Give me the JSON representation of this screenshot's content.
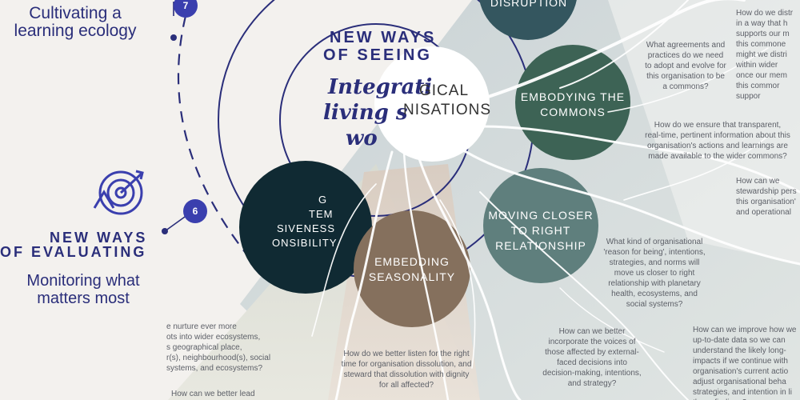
{
  "left": {
    "learning_title": "Cultivating a\nlearning ecology",
    "badge_7": "7",
    "badge_6": "6",
    "evaluating_heading_1": "NEW WAYS",
    "evaluating_heading_2": "OF EVALUATING",
    "evaluating_sub": "Monitoring what\nmatters most"
  },
  "center": {
    "seeing_1": "NEW WAYS",
    "seeing_2": "OF SEEING",
    "integrati_1": "Integrati",
    "integrati_2": "living s",
    "integrati_3": "wo",
    "logical_1": "GICAL",
    "logical_2": "NISATIONS",
    "partial_1": "G",
    "partial_2": "TEM",
    "partial_3": "SIVENESS",
    "partial_4": "ONSIBILITY"
  },
  "circles": {
    "disruption": "DISRUPTION",
    "commons": "EMBODYING THE\nCOMMONS",
    "closer": "MOVING CLOSER\nTO RIGHT\nRELATIONSHIP",
    "seasonality": "EMBEDDING\nSEASONALITY"
  },
  "questions": {
    "q1": "How do we distr\nin a way that h\nsupports our m\nthis commone\nmight we distri\nwithin wider\nonce our mem\nthis commor\nsuppor",
    "q2": "What agreements and\npractices do we need\nto adopt and evolve for\nthis organisation to be\na commons?",
    "q3": "How do we ensure that transparent,\nreal-time, pertinent information about this\norganisation's actions and learnings are\nmade available to the wider commons?",
    "q4": "How can we\nstewardship pers\nthis organisation'\nand operational",
    "q5": "What kind of organisational\n'reason for being', intentions,\nstrategies, and norms will\nmove us closer to right\nrelationship with planetary\nhealth, ecosystems, and\nsocial systems?",
    "q6": "How can we better\nincorporate the voices of\nthose affected by external-\nfaced decisions into\ndecision-making, intentions,\nand strategy?",
    "q7": "How can we improve how we\nup-to-date data so we can\nunderstand the likely long-\nimpacts if we continue with\norganisation's current actio\nadjust organisational beha\nstrategies, and intention in li\nthese findings?",
    "q8": "How do we better listen for the right\ntime for organisation dissolution, and\nsteward that dissolution with dignity\nfor all affected?",
    "q9": "e nurture ever more\nots into wider ecosystems,\ns geographical place,\nr(s), neighbourhood(s), social\nsystems, and ecosystems?",
    "q10": "How can we better lead"
  },
  "colors": {
    "navy": "#2a2e7a",
    "badge": "#3a3fae",
    "disruption": "#34565f",
    "commons": "#3d6355",
    "closer": "#5f7f7d",
    "seasonality": "#85705d",
    "dark_circle": "#102a33"
  }
}
